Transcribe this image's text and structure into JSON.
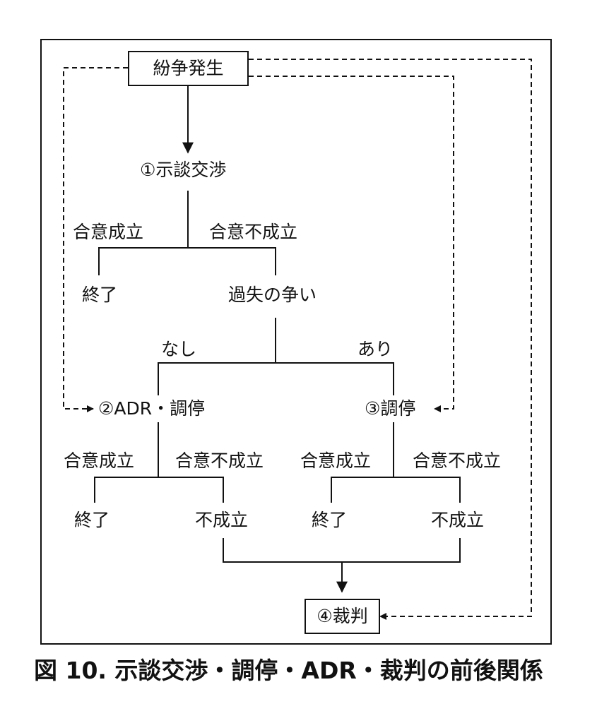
{
  "nodes": {
    "dispute": "紛争発生",
    "negotiation": "①示談交渉",
    "end1": "終了",
    "fault_dispute": "過失の争い",
    "adr": "②ADR・調停",
    "mediation": "③調停",
    "end2": "終了",
    "fail2": "不成立",
    "end3": "終了",
    "fail3": "不成立",
    "trial": "④裁判"
  },
  "edges": {
    "agree1": "合意成立",
    "disagree1": "合意不成立",
    "none": "なし",
    "exists": "あり",
    "agree2": "合意成立",
    "disagree2": "合意不成立",
    "agree3": "合意成立",
    "disagree3": "合意不成立"
  },
  "caption": "図 10.  示談交渉・調停・ADR・裁判の前後関係"
}
